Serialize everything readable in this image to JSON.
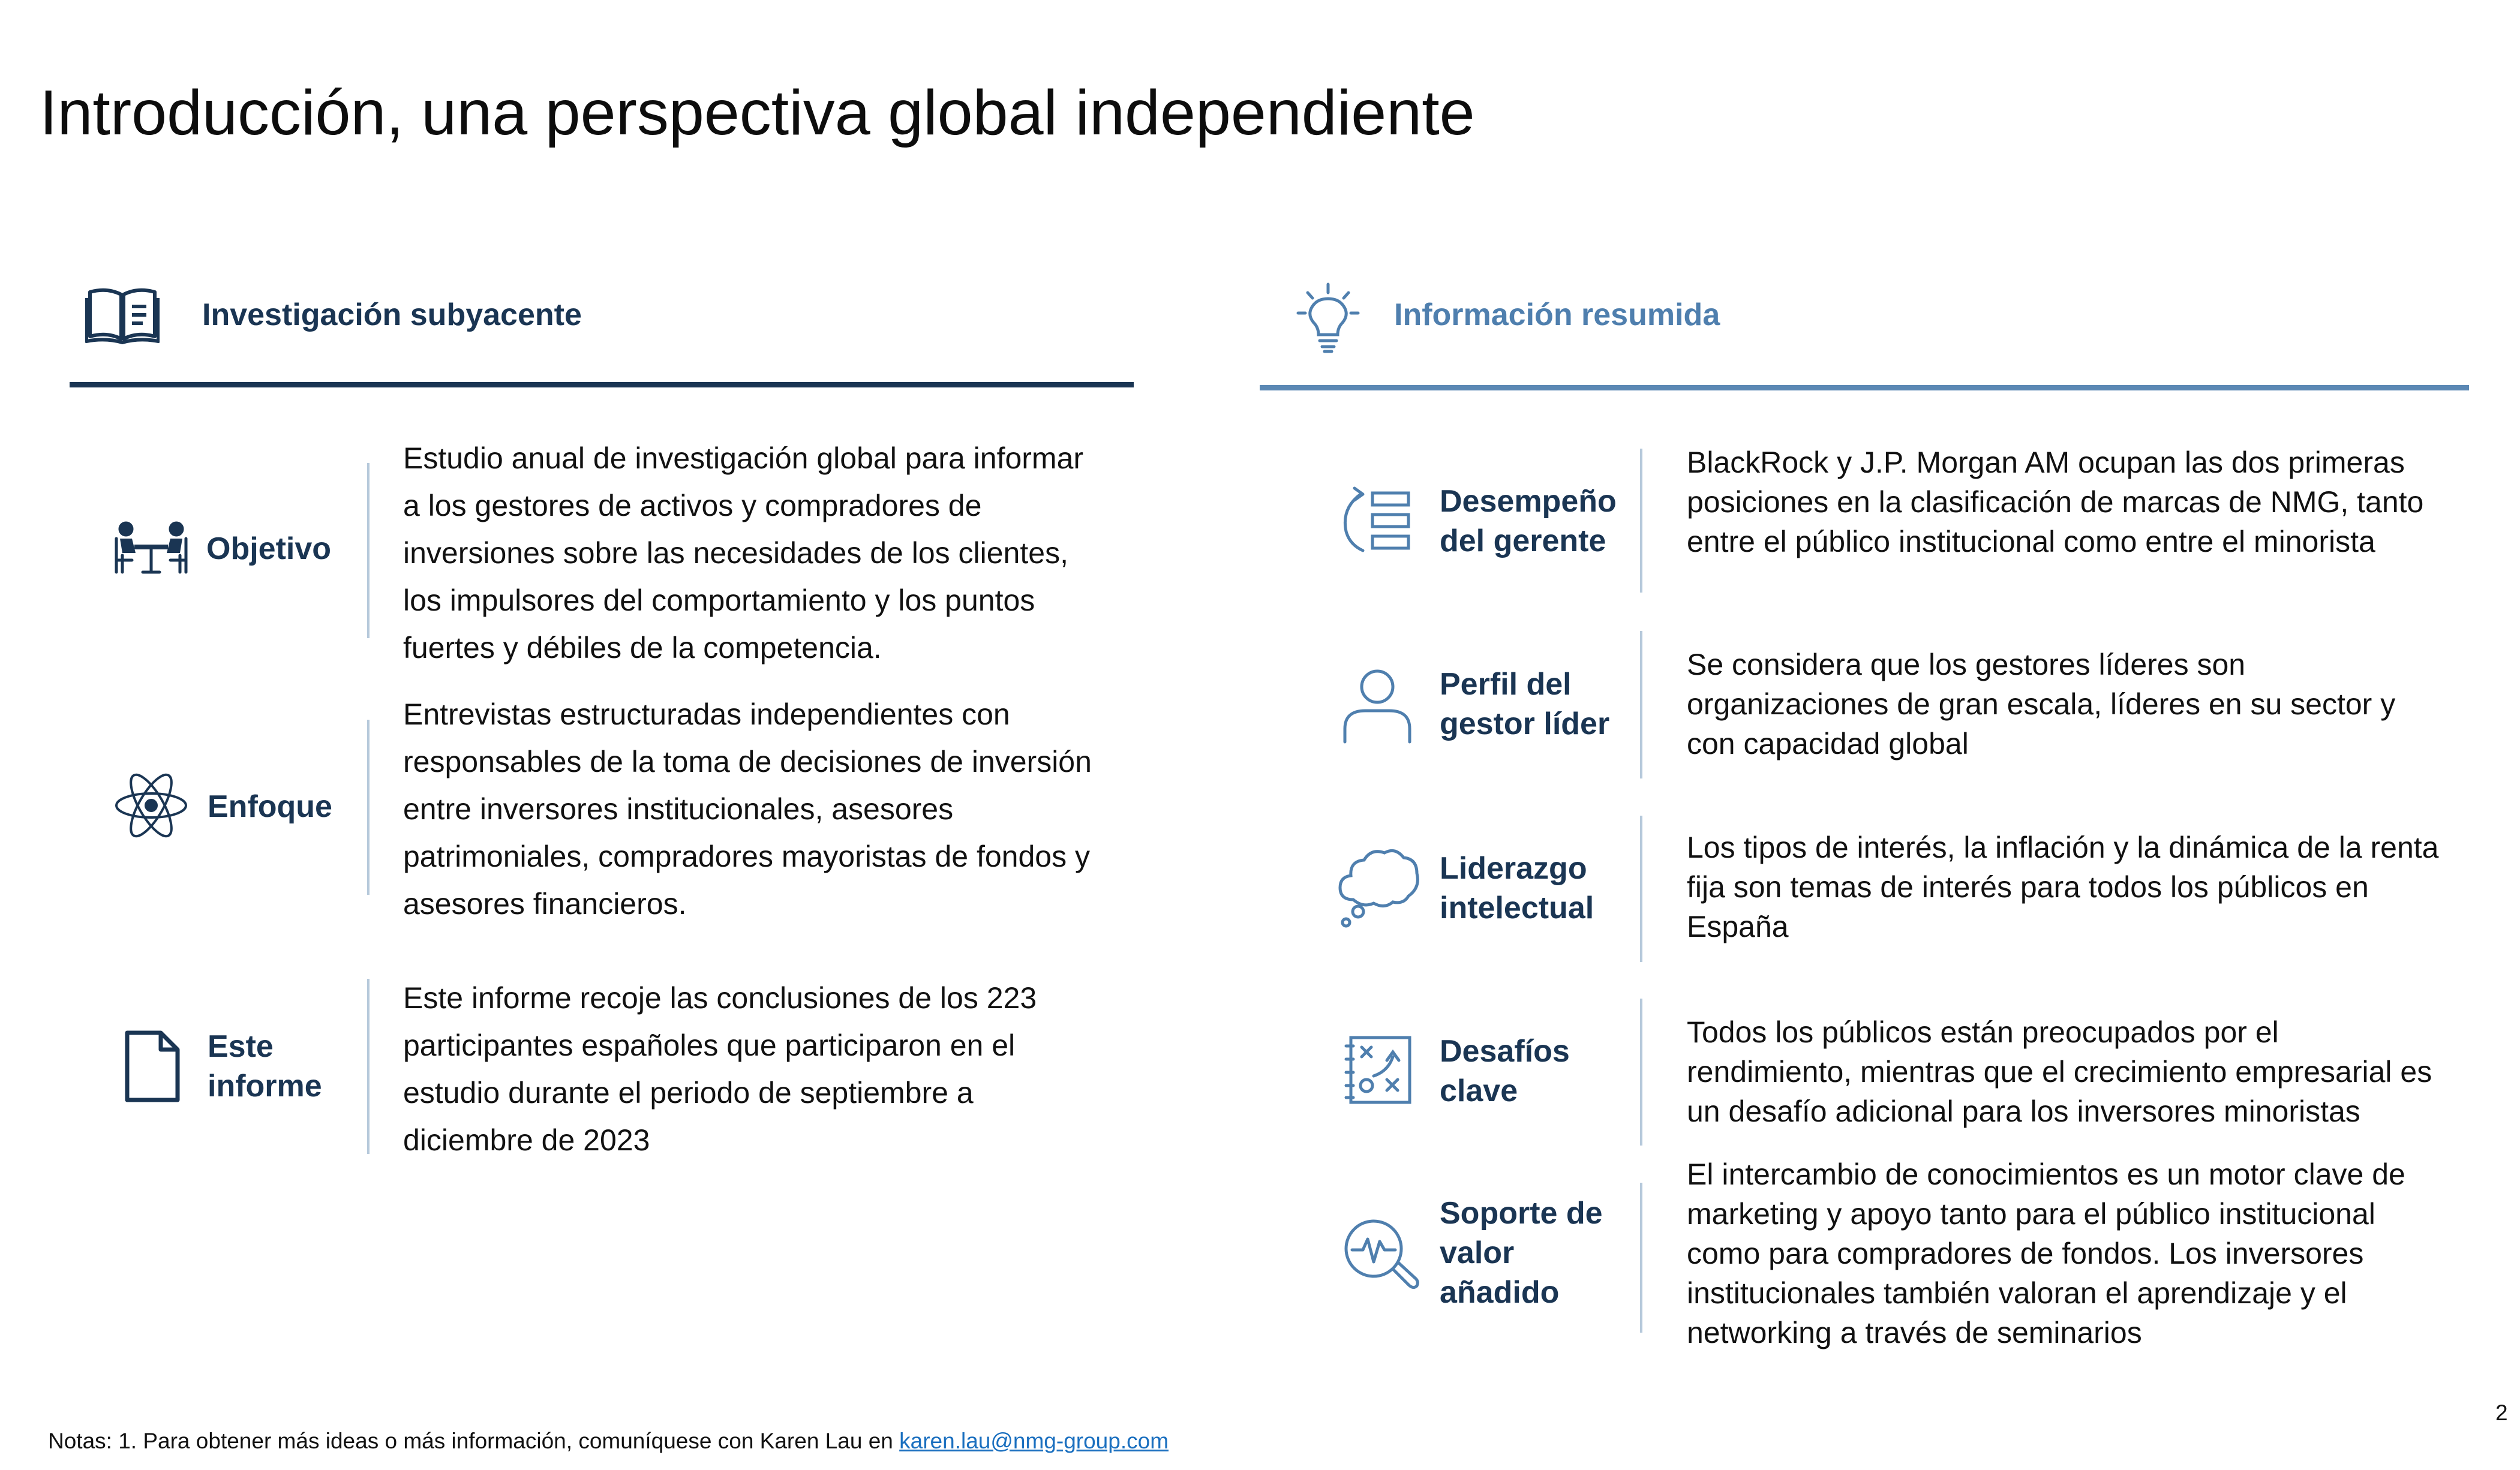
{
  "title": "Introducción, una perspectiva global independiente",
  "left": {
    "heading": "Investigación subyacente",
    "rows": [
      {
        "label": "Objetivo",
        "text": "Estudio anual de investigación global para informar a los gestores de activos y compradores de inversiones sobre las necesidades de los clientes, los impulsores del comportamiento y los puntos fuertes y débiles de la competencia."
      },
      {
        "label": "Enfoque",
        "text": "Entrevistas estructuradas independientes con responsables de la toma de decisiones de inversión entre inversores institucionales, asesores patrimoniales, compradores mayoristas de fondos y asesores financieros."
      },
      {
        "label": "Este informe",
        "text": "Este informe recoje las conclusiones de los 223 participantes españoles que participaron en el estudio durante el periodo de septiembre a diciembre de 2023"
      }
    ]
  },
  "right": {
    "heading": "Información resumida",
    "rows": [
      {
        "label": "Desempeño del gerente",
        "text": "BlackRock y J.P. Morgan AM ocupan las dos primeras posiciones en la clasificación de marcas de NMG, tanto entre el público institucional como entre el minorista"
      },
      {
        "label": "Perfil del gestor líder",
        "text": "Se considera que los gestores líderes son organizaciones de gran escala, líderes en su sector y con capacidad global"
      },
      {
        "label": "Liderazgo intelectual",
        "text": "Los tipos de interés, la inflación y la dinámica de la renta fija son temas de interés para todos los públicos en España"
      },
      {
        "label": "Desafíos clave",
        "text": "Todos los públicos están preocupados por el rendimiento, mientras que el crecimiento empresarial es un desafío adicional para los inversores minoristas"
      },
      {
        "label": "Soporte de valor añadido",
        "text": "El intercambio de conocimientos es un motor clave de marketing y apoyo tanto para el público institucional como para compradores de fondos. Los inversores institucionales también valoran el aprendizaje y el networking a través de seminarios"
      }
    ]
  },
  "notes": {
    "prefix": "Notas: 1. Para obtener más ideas o más información, comuníquese con Karen Lau en ",
    "email": "karen.lau@nmg-group.com"
  },
  "page_number": "2",
  "colors": {
    "navy": "#1a3553",
    "accent_blue": "#4f7fae",
    "divider": "#b6c9db",
    "link": "#1a6fbf"
  }
}
